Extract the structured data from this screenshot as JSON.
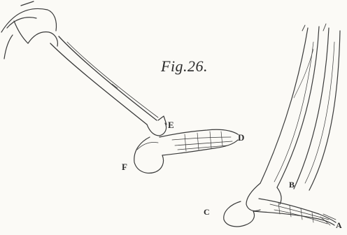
{
  "figure": {
    "title": "Fig.26.",
    "labels": {
      "e": "E",
      "d": "D",
      "f": "F",
      "b": "B",
      "c": "C",
      "a": "A"
    }
  },
  "colors": {
    "paper": "#fbfaf6",
    "ink": "#3a3a3a"
  }
}
